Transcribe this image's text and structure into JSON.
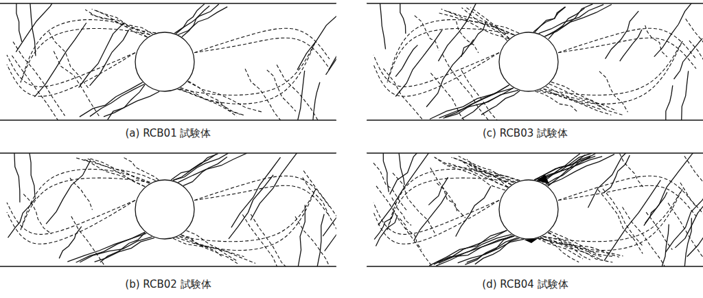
{
  "diagram": {
    "labels": [
      "(a) RCB01 試験体",
      "(c) RCB03 試験体",
      "(b) RCB02 試験体",
      "(d) RCB04 試験体"
    ]
  }
}
